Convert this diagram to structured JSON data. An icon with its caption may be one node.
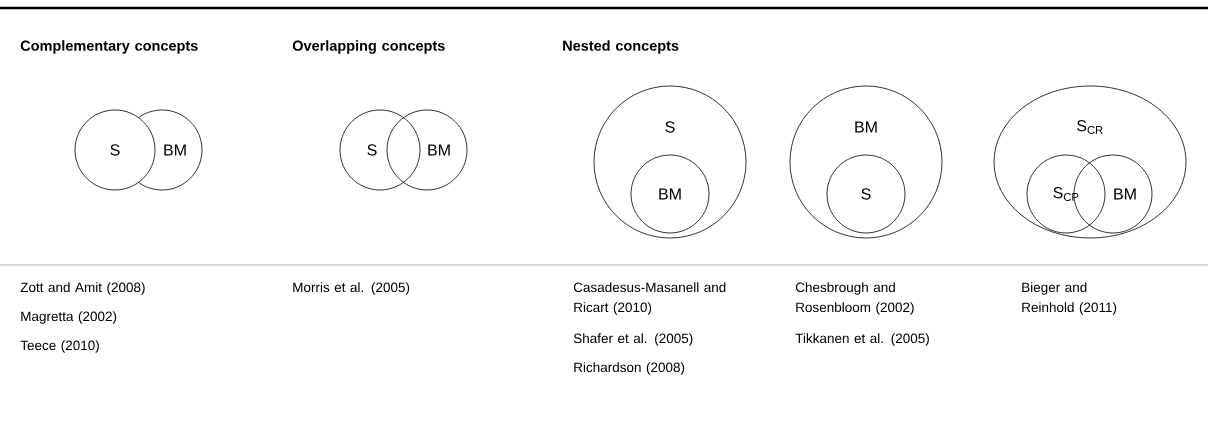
{
  "diagram": {
    "nodes": [
      {
        "text": [
          "S"
        ]
      },
      {
        "text": [
          "BM"
        ]
      },
      {
        "text": [
          "S"
        ]
      },
      {
        "text": [
          "BM"
        ]
      },
      {
        "text": [
          "S"
        ]
      },
      {
        "text": [
          "BM"
        ],
        "in": 4
      },
      {
        "text": [
          "BM"
        ]
      },
      {
        "text": [
          "S"
        ],
        "in": 6
      },
      {
        "text": [
          "S$_{CR}$"
        ]
      },
      {
        "text": [
          "S$_{CP}$"
        ],
        "in": 8
      },
      {
        "text": [
          "BM"
        ],
        "in": 8
      }
    ],
    "labels": [
      "Complementary concepts",
      "Overlapping concepts",
      "Nested concepts",
      "Zott and Amit (2008)",
      "Magretta (2002)",
      "Teece (2010)",
      "Morris et al. (2005)",
      "Casadesus-Masanell and Ricart (2010)",
      "Shafer et al. (2005)",
      "Richardson (2008)",
      "Chesbrough and Rosenbloom (2002)",
      "Tikkanen et al. (2005)",
      "Bieger and Reinhold (2011)"
    ]
  }
}
